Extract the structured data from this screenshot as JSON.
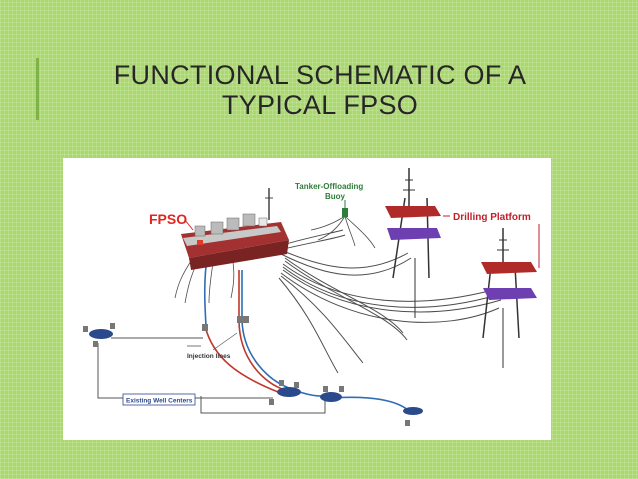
{
  "slide": {
    "title_line1": "FUNCTIONAL SCHEMATIC OF A",
    "title_line2": "TYPICAL FPSO"
  },
  "diagram": {
    "labels": {
      "fpso": "FPSO",
      "tanker_line1": "Tanker-Offloading",
      "tanker_line2": "Buoy",
      "drilling_platform": "Drilling Platform",
      "injection_lines": "Injection lines",
      "existing_well_centers": "Existing Well Centers"
    }
  },
  "colors": {
    "background": "#a9d86e",
    "fpso_label": "#e0261f",
    "tanker_label": "#2f7d3a",
    "platform_label": "#c0202a",
    "well_label": "#2b4a8c",
    "flowline_blue": "#2f6db5",
    "flowline_red": "#c0392b",
    "platform_deck": "#b02a2a",
    "platform_lower_deck": "#6d3fb0"
  }
}
